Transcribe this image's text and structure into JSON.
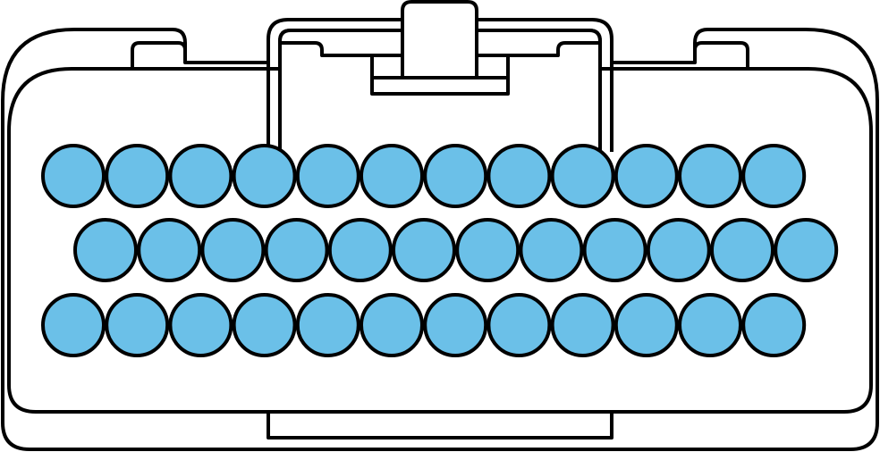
{
  "diagram": {
    "type": "connector-face",
    "pin_rows": [
      12,
      12,
      12
    ],
    "total_pins": 36,
    "colors": {
      "pin_fill": "#6BC0E8",
      "outline": "#000000",
      "body": "#FFFFFF"
    }
  }
}
